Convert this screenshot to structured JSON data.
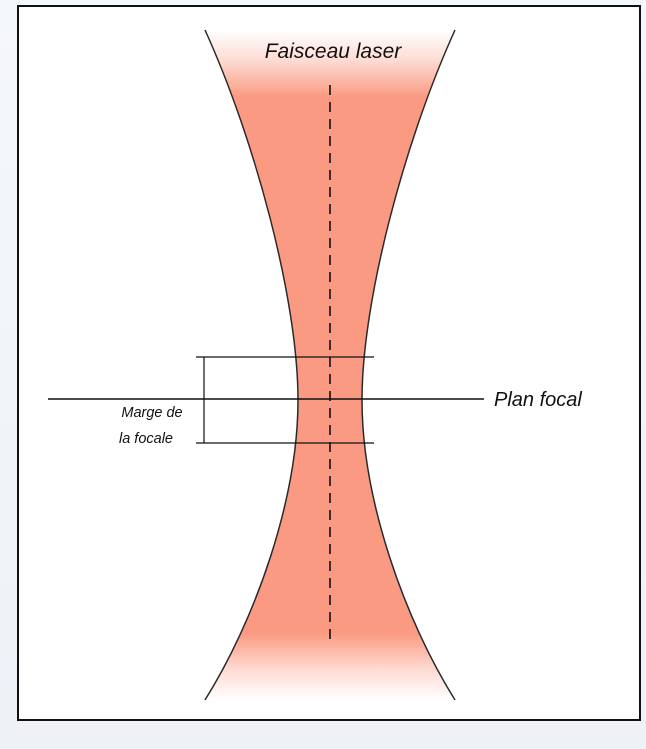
{
  "labels": {
    "beam": "Faisceau laser",
    "focal_plane": "Plan focal",
    "focal_margin_line1": "Marge de",
    "focal_margin_line2": "la focale"
  },
  "colors": {
    "beam_fill": "#fb9a82",
    "outline": "#2a2a2a",
    "frame": "#111111"
  }
}
